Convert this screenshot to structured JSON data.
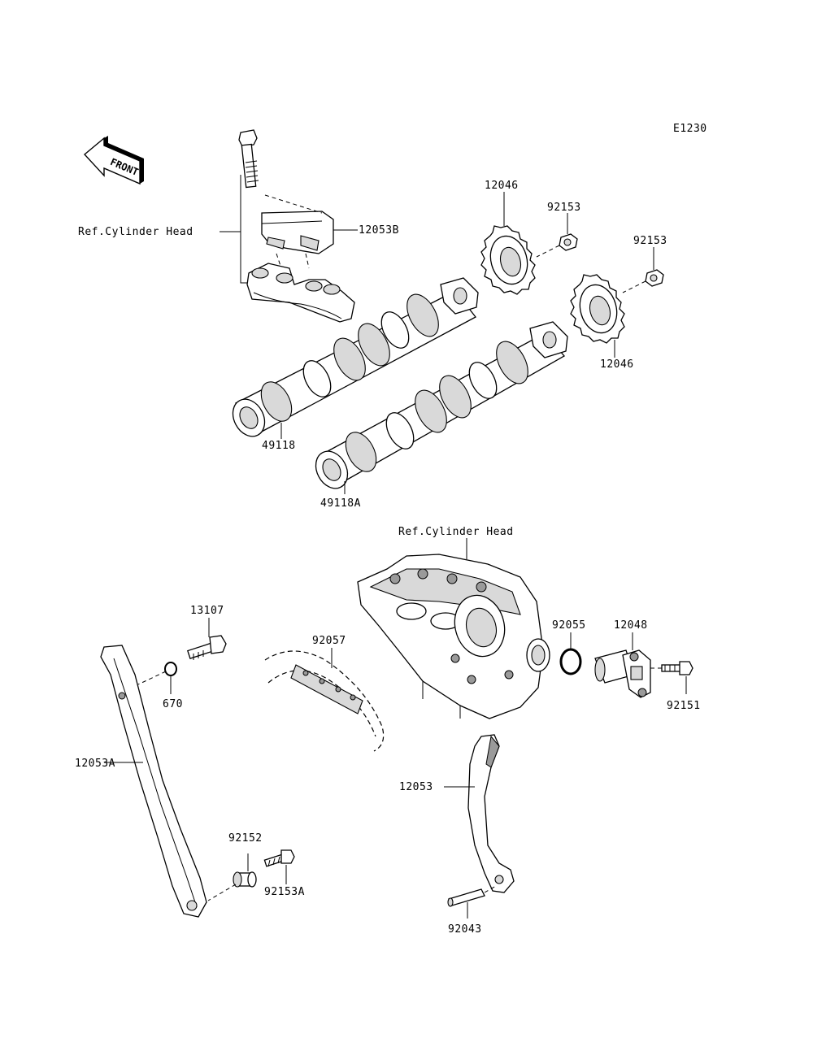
{
  "diagram": {
    "code": "E1230",
    "front_arrow": "FRONT",
    "ref_cylinder_head_top": "Ref.Cylinder Head",
    "ref_cylinder_head_mid": "Ref.Cylinder Head",
    "labels": {
      "p12053B": "12053B",
      "p12046_a": "12046",
      "p92153_a": "92153",
      "p92153_b": "92153",
      "p12046_b": "12046",
      "p49118": "49118",
      "p49118A": "49118A",
      "p13107": "13107",
      "p670": "670",
      "p92057": "92057",
      "p92055": "92055",
      "p12048": "12048",
      "p92151": "92151",
      "p12053A": "12053A",
      "p12053": "12053",
      "p92152": "92152",
      "p92153A": "92153A",
      "p92043": "92043"
    }
  }
}
